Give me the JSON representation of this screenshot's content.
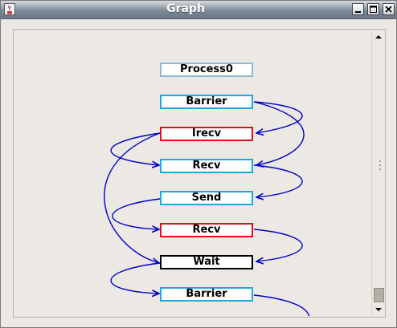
{
  "window": {
    "title": "Graph"
  },
  "icons": {
    "app": "java-cup-icon",
    "minimize": "minimize-icon",
    "maximize": "maximize-icon",
    "close": "close-icon",
    "scroll_up": "triangle-up-icon",
    "scroll_down": "triangle-down-icon"
  },
  "colors": {
    "edge": "#0000cc",
    "node_cyan": "#1aa8e0",
    "node_red": "#e0101a",
    "node_black": "#000000",
    "node_root": "#8fb8d8"
  },
  "graph": {
    "nodes": [
      {
        "label": "Process0",
        "style": "root"
      },
      {
        "label": "Barrier",
        "style": "cyan"
      },
      {
        "label": "Irecv",
        "style": "red"
      },
      {
        "label": "Recv",
        "style": "cyan"
      },
      {
        "label": "Send",
        "style": "cyan"
      },
      {
        "label": "Recv",
        "style": "red"
      },
      {
        "label": "Wait",
        "style": "black"
      },
      {
        "label": "Barrier",
        "style": "cyan"
      }
    ]
  },
  "scrollbar": {
    "position": 0.95
  }
}
